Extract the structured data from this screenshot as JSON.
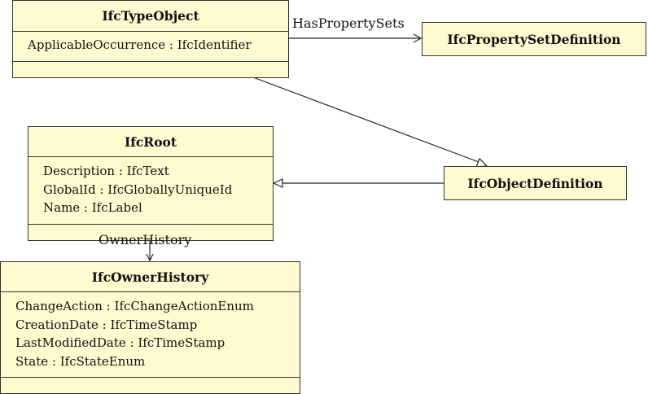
{
  "classes": {
    "type_object": {
      "name": "IfcTypeObject",
      "attributes": [
        "ApplicableOccurrence : IfcIdentifier"
      ]
    },
    "property_set_definition": {
      "name": "IfcPropertySetDefinition"
    },
    "root": {
      "name": "IfcRoot",
      "attributes": [
        "Description : IfcText",
        "GlobalId : IfcGloballyUniqueId",
        "Name : IfcLabel"
      ]
    },
    "object_definition": {
      "name": "IfcObjectDefinition"
    },
    "owner_history": {
      "name": "IfcOwnerHistory",
      "attributes": [
        "ChangeAction : IfcChangeActionEnum",
        "CreationDate : IfcTimeStamp",
        "LastModifiedDate : IfcTimeStamp",
        "State : IfcStateEnum"
      ]
    }
  },
  "associations": {
    "has_property_sets": "HasPropertySets",
    "owner_history": "OwnerHistory"
  },
  "colors": {
    "class_fill": "#fffad0",
    "stroke": "#333333"
  }
}
